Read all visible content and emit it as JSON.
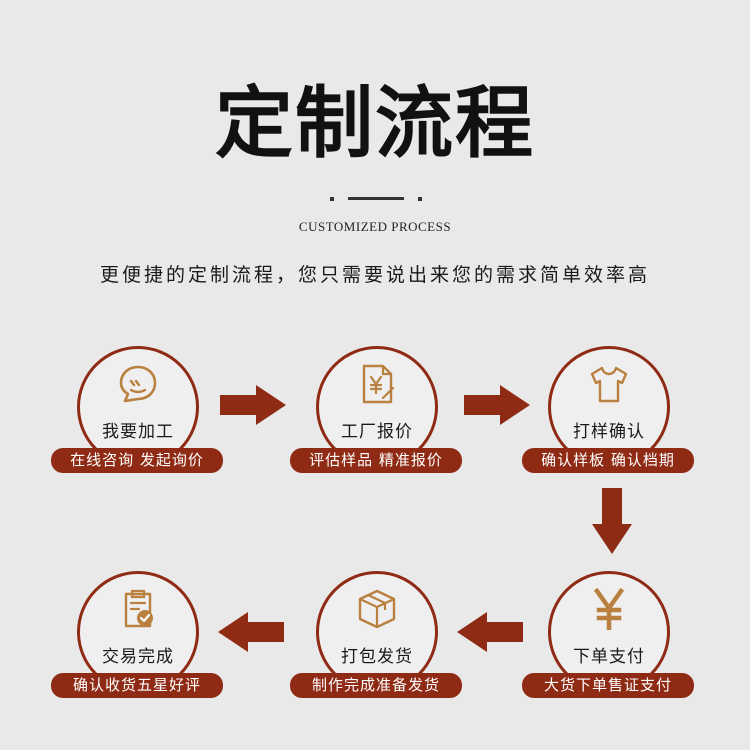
{
  "header": {
    "title": "定制流程",
    "subtitle_en": "CUSTOMIZED PROCESS",
    "tagline": "更便捷的定制流程，您只需要说出来您的需求简单效率高"
  },
  "colors": {
    "accent": "#8f2b14",
    "background": "#e9e9e9",
    "icon": "#b9803f"
  },
  "steps": [
    {
      "icon": "chat-bubble-icon",
      "label": "我要加工",
      "caption": "在线咨询 发起询价"
    },
    {
      "icon": "yen-document-icon",
      "label": "工厂报价",
      "caption": "评估样品 精准报价"
    },
    {
      "icon": "tshirt-icon",
      "label": "打样确认",
      "caption": "确认样板 确认档期"
    },
    {
      "icon": "yen-icon",
      "label": "下单支付",
      "caption": "大货下单售证支付"
    },
    {
      "icon": "package-box-icon",
      "label": "打包发货",
      "caption": "制作完成准备发货"
    },
    {
      "icon": "clipboard-check-icon",
      "label": "交易完成",
      "caption": "确认收货五星好评"
    }
  ]
}
